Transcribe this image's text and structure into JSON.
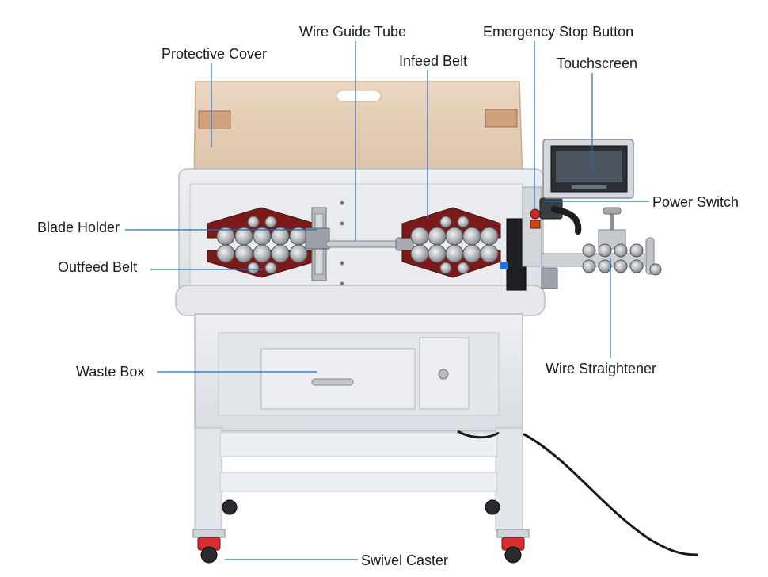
{
  "labels": {
    "protective_cover": "Protective Cover",
    "wire_guide_tube": "Wire Guide Tube",
    "infeed_belt": "Infeed Belt",
    "emergency_stop_button": "Emergency Stop Button",
    "touchscreen": "Touchscreen",
    "power_switch": "Power Switch",
    "blade_holder": "Blade Holder",
    "outfeed_belt": "Outfeed Belt",
    "waste_box": "Waste Box",
    "wire_straightener": "Wire Straightener",
    "swivel_caster": "Swivel Caster"
  },
  "colors": {
    "leader_line": "#1f6fb3",
    "machine_body": "#e4e6ea",
    "cover": "#e2c9b0",
    "belt_plate": "#7a1a1a"
  }
}
